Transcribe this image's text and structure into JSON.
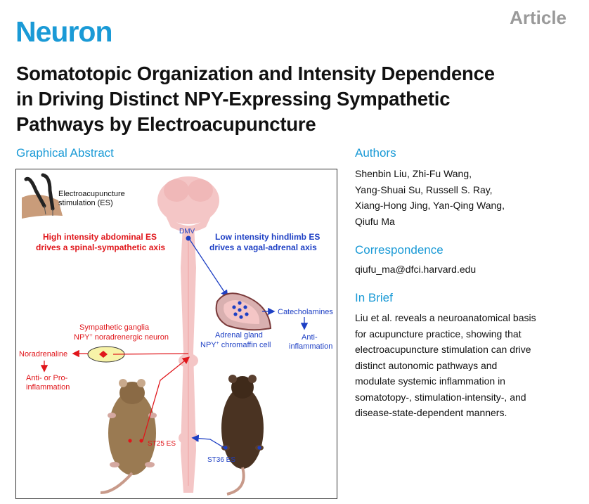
{
  "header": {
    "journal": "Neuron",
    "article_type": "Article"
  },
  "title": {
    "line1": "Somatotopic Organization and Intensity Dependence",
    "line2": "in Driving Distinct NPY-Expressing Sympathetic",
    "line3": "Pathways by Electroacupuncture"
  },
  "graphical_abstract": {
    "heading": "Graphical Abstract",
    "es_label_1": "Electroacupuncture",
    "es_label_2": "stimulation (ES)",
    "dmv": "DMV",
    "high_intensity_1": "High intensity abdominal ES",
    "high_intensity_2": "drives a spinal-sympathetic axis",
    "low_intensity_1": "Low intensity hindlimb ES",
    "low_intensity_2": "drives a vagal-adrenal axis",
    "catecholamines": "Catecholamines",
    "anti_1": "Anti-",
    "anti_2": "inflammation",
    "adrenal_1": "Adrenal gland",
    "adrenal_2_pre": "NPY",
    "adrenal_2_sup": "+",
    "adrenal_2_post": " chromaffin cell",
    "ganglia_1": "Sympathetic ganglia",
    "ganglia_2_pre": "NPY",
    "ganglia_2_sup": "+",
    "ganglia_2_post": " noradrenergic neuron",
    "noradrenaline": "Noradrenaline",
    "anti_pro_1": "Anti- or Pro-",
    "anti_pro_2": "inflammation",
    "st25": "ST25 ES",
    "st36": "ST36 ES",
    "colors": {
      "red": "#e0161b",
      "blue": "#1d3fc4",
      "pink": "#f4c6c6",
      "yellow": "#f7f3a8"
    }
  },
  "authors": {
    "heading": "Authors",
    "line1": "Shenbin Liu, Zhi-Fu Wang,",
    "line2": "Yang-Shuai Su, Russell S. Ray,",
    "line3": "Xiang-Hong Jing, Yan-Qing Wang,",
    "line4": "Qiufu Ma"
  },
  "correspondence": {
    "heading": "Correspondence",
    "email": "qiufu_ma@dfci.harvard.edu"
  },
  "in_brief": {
    "heading": "In Brief",
    "line1": "Liu et al. reveals a neuroanatomical basis",
    "line2": "for acupuncture practice, showing that",
    "line3": "electroacupuncture stimulation can drive",
    "line4": "distinct autonomic pathways and",
    "line5": "modulate systemic inflammation in",
    "line6": "somatotopy-, stimulation-intensity-, and",
    "line7": "disease-state-dependent manners."
  }
}
